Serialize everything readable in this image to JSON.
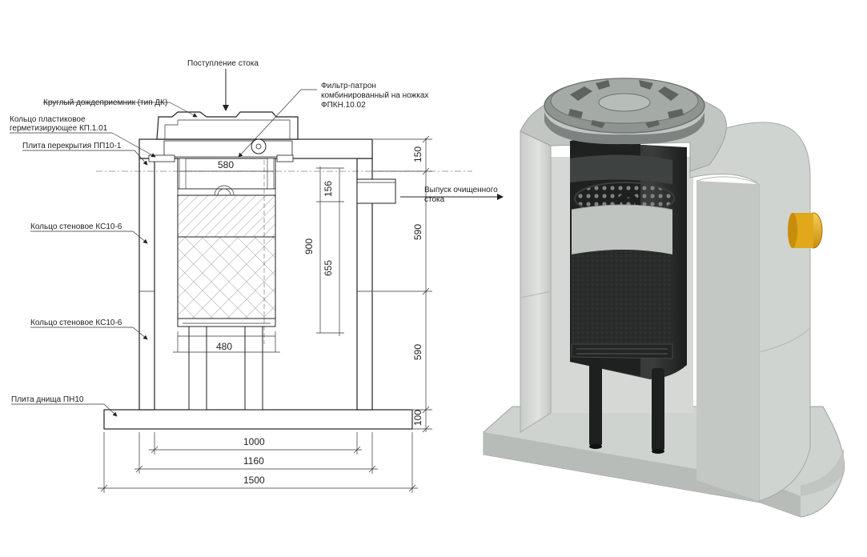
{
  "labels": {
    "inflow": "Поступление стока",
    "rain_inlet": "Круглый дождеприемник (тип ДК)",
    "plastic_ring_1": "Кольцо пластиковое",
    "plastic_ring_2": "герметизирующее КП.1.01",
    "cover_slab": "Плита перекрытия ПП10-1",
    "wall_ring_upper": "Кольцо стеновое КС10-6",
    "wall_ring_lower": "Кольцо стеновое КС10-6",
    "bottom_slab": "Плита днища ПН10",
    "filter_1": "Фильтр-патрон",
    "filter_2": "комбинированный на ножках",
    "filter_3": "ФПКН.10.02",
    "outflow_1": "Выпуск очищенного",
    "outflow_2": "стока"
  },
  "dimensions": {
    "d580": "580",
    "d480": "480",
    "d156": "156",
    "d900": "900",
    "d655": "655",
    "d150": "150",
    "d590a": "590",
    "d590b": "590",
    "d100": "100",
    "d1000": "1000",
    "d1160": "1160",
    "d1500": "1500"
  },
  "colors": {
    "concrete": "#d2d6d2",
    "concrete_dark": "#a9aeaa",
    "filter_dark": "#2b2d2c",
    "pipe_yellow": "#e8b020"
  }
}
